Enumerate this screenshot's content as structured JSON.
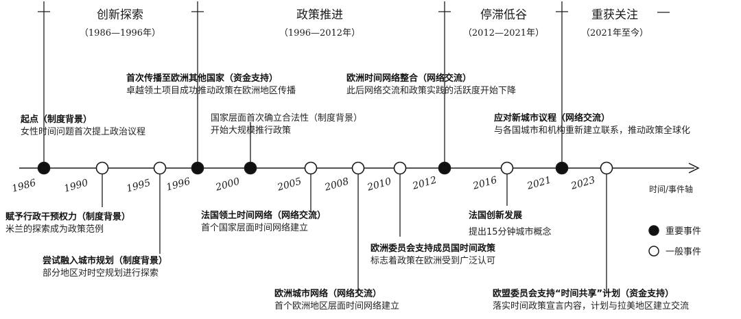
{
  "phases": [
    {
      "title": "创新探索",
      "range": "（1986—1996年）"
    },
    {
      "title": "政策推进",
      "range": "（1996—2012年）"
    },
    {
      "title": "停滞低谷",
      "range": "（2012—2021年）"
    },
    {
      "title": "重获关注",
      "range": "（2021年至今）"
    }
  ],
  "axis_label": "时间/事件轴",
  "years": [
    "1986",
    "1990",
    "1995",
    "1996",
    "2000",
    "2005",
    "2008",
    "2010",
    "2012",
    "2016",
    "2021",
    "2023"
  ],
  "events": [
    {
      "title": "起点（制度背景）",
      "desc": "女性时间问题首次提上政治议程"
    },
    {
      "title": "赋予行政干预权力（制度背景）",
      "desc": "米兰的探索成为政策范例"
    },
    {
      "title": "尝试融入城市规划（制度背景）",
      "desc": "部分地区对时空规划进行探索"
    },
    {
      "title": "首次传播至欧洲其他国家（资金支持）",
      "desc": "卓越领土项目成功推动政策在欧洲地区传播"
    },
    {
      "title": "国家层面首次确立合法性（制度背景）",
      "desc": "开始大规模推行政策"
    },
    {
      "title": "法国领土时间网络（网络交流）",
      "desc": "首个国家层面时间网络建立"
    },
    {
      "title": "欧洲城市网络（网络交流）",
      "desc": "首个欧洲地区层面时间网络建立"
    },
    {
      "title": "欧洲委员会支持成员国时间政策",
      "desc": "标志着政策在欧洲受到广泛认可"
    },
    {
      "title": "欧洲时间网络整合（网络交流）",
      "desc": "此后网络交流和政策实践的活跃度开始下降"
    },
    {
      "title": "法国创新发展",
      "desc": "提出15分钟城市概念"
    },
    {
      "title": "应对新城市议程（网络交流）",
      "desc": "与各国城市和机构重新建立联系，推动政策全球化"
    },
    {
      "title": "欧盟委员会支持“时间共享”计划（资金支持）",
      "desc": "落实时间政策宣言内容，计划与拉美地区建立交流"
    }
  ],
  "legend": {
    "major": "重要事件",
    "minor": "一般事件"
  }
}
